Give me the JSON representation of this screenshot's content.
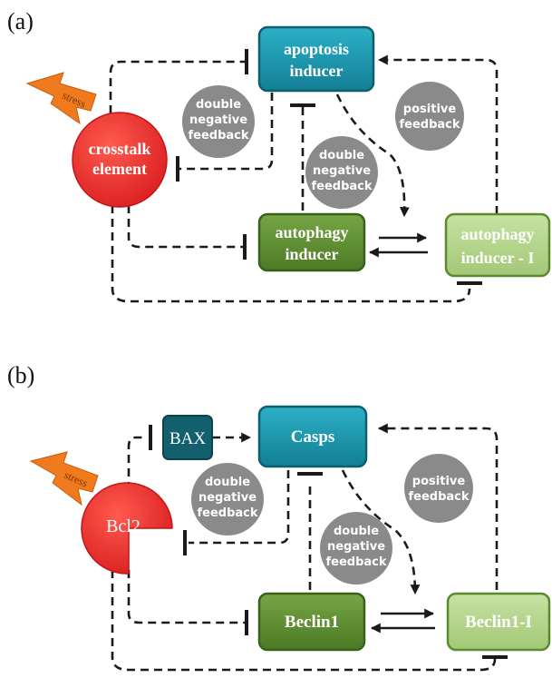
{
  "panel_a": {
    "label": "(a)",
    "stress": "stress",
    "crosstalk": [
      "crosstalk",
      "element"
    ],
    "apoptosis_inducer": [
      "apoptosis",
      "inducer"
    ],
    "autophagy_inducer": [
      "autophagy",
      "inducer"
    ],
    "autophagy_inducer_i": [
      "autophagy",
      "inducer - I"
    ],
    "dnf_left": [
      "double",
      "negative",
      "feedback"
    ],
    "dnf_center": [
      "double",
      "negative",
      "feedback"
    ],
    "positive_feedback": [
      "positive",
      "feedback"
    ]
  },
  "panel_b": {
    "label": "(b)",
    "stress": "stress",
    "bcl2": "Bcl2",
    "bax": "BAX",
    "casps": "Casps",
    "beclin1": "Beclin1",
    "beclin1_i": "Beclin1-I",
    "dnf_left": [
      "double",
      "negative",
      "feedback"
    ],
    "dnf_center": [
      "double",
      "negative",
      "feedback"
    ],
    "positive_feedback": [
      "positive",
      "feedback"
    ]
  },
  "colors": {
    "teal": "#1a8fa6",
    "dark_teal": "#12606e",
    "green": "#5a8a2e",
    "light_green": "#b3d48a",
    "red": "#e8272a",
    "gray": "#8a8a8a",
    "stress_orange": "#f07a1e"
  }
}
